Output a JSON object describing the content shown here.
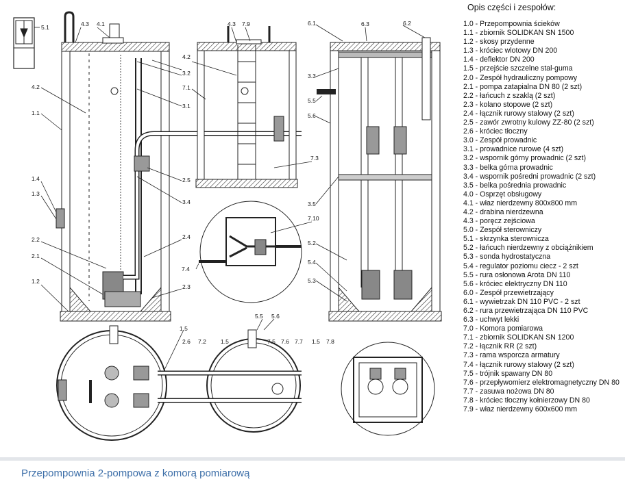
{
  "caption": "Przepompownia 2-pompowa z komorą pomiarową",
  "legend": {
    "title": "Opis części i zespołów:",
    "items": [
      "1.0 - Przepompownia ścieków",
      "1.1 - zbiornik SOLIDKAN SN 1500",
      "1.2 - skosy przydenne",
      "1.3 - króciec wlotowy DN 200",
      "1.4 - deflektor DN 200",
      "1.5 - przejście szczelne stal-guma",
      "2.0 - Zespół hydrauliczny pompowy",
      "2.1 - pompa zatapialna DN 80 (2 szt)",
      "2.2 - łańcuch z szaklą (2 szt)",
      "2.3 - kolano stopowe (2 szt)",
      "2.4 - łącznik rurowy stalowy (2 szt)",
      "2.5 - zawór zwrotny kulowy ZZ-80 (2 szt)",
      "2.6 - króciec tłoczny",
      "3.0 - Zespół prowadnic",
      "3.1 - prowadnice rurowe (4 szt)",
      "3.2 - wspornik górny prowadnic (2 szt)",
      "3.3 - belka górna prowadnic",
      "3.4 - wspornik pośredni prowadnic (2 szt)",
      "3.5 - belka pośrednia prowadnic",
      "4.0 - Osprzęt obsługowy",
      "4.1 - właz nierdzewny 800x800 mm",
      "4.2 - drabina nierdzewna",
      "4.3 - poręcz zejściowa",
      "5.0 - Zespół sterowniczy",
      "5.1 - skrzynka sterownicza",
      "5.2 - łańcuch nierdzewny z obciążnikiem",
      "5.3 - sonda hydrostatyczna",
      "5.4 - regulator poziomu ciecz - 2 szt",
      "5.5 - rura osłonowa Arota DN 110",
      "5.6 - króciec elektryczny DN 110",
      "6.0 - Zespół przewietrzający",
      "6.1 - wywietrzak DN 110 PVC - 2 szt",
      "6.2 - rura przewietrzająca DN 110 PVC",
      "6.3 - uchwyt lekki",
      "7.0 - Komora pomiarowa",
      "7.1 - zbiornik SOLIDKAN SN 1200",
      "7.2 - łącznik RR (2 szt)",
      "7.3 - rama wsporcza armatury",
      "7.4 - łącznik rurowy stalowy (2 szt)",
      "7.5 - trójnik spawany DN 80",
      "7.6 - przepływomierz elektromagnetyczny DN 80",
      "7.7 - zasuwa nożowa DN 80",
      "7.8 - króciec tłoczny kołnierzowy DN 80",
      "7.9 - właz nierdzewny 600x600 mm"
    ]
  },
  "labels": {
    "l_5_1": "5.1",
    "l_4_3": "4.3",
    "l_4_1": "4.1",
    "l_4_2": "4.2",
    "l_1_1": "1.1",
    "l_1_4": "1.4",
    "l_1_3": "1.3",
    "l_2_2": "2.2",
    "l_2_1": "2.1",
    "l_1_2": "1.2",
    "l_3_2": "3.2",
    "l_3_1": "3.1",
    "l_2_5": "2.5",
    "l_3_4": "3.4",
    "l_2_4": "2.4",
    "l_2_3": "2.3",
    "l_4_3b": "4.3",
    "l_7_9": "7.9",
    "l_4_2b": "4.2",
    "l_7_1": "7.1",
    "l_7_3": "7.3",
    "l_7_10": "7.10",
    "l_7_4": "7.4",
    "l_6_1": "6.1",
    "l_6_3": "6.3",
    "l_6_2": "6.2",
    "l_3_3": "3.3",
    "l_5_5": "5.5",
    "l_5_6": "5.6",
    "l_3_5": "3.5",
    "l_5_2": "5.2",
    "l_5_4": "5.4",
    "l_5_3": "5.3",
    "l_1_5a": "1.5",
    "l_5_5b": "5.5",
    "l_5_6b": "5.6",
    "l_2_6": "2.6",
    "l_7_2": "7.2",
    "l_1_5b": "1.5",
    "l_7_5": "7.5",
    "l_7_6": "7.6",
    "l_7_7": "7.7",
    "l_1_5c": "1.5",
    "l_7_8": "7.8"
  }
}
